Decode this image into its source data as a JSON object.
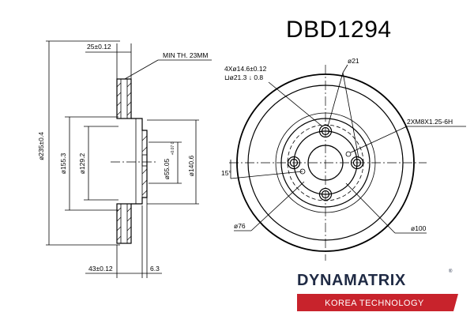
{
  "part_number": "DBD1294",
  "side_view": {
    "thickness_label": "25±0.12",
    "min_thickness_label": "MIN TH. 23MM",
    "outer_diameter_label": "ø235±0.4",
    "d155_label": "ø155.3",
    "d129_label": "ø129.2",
    "center_bore_label": "ø55.05",
    "center_bore_tolerance": "+0.07\n0",
    "hub_diameter_label": "ø140.6",
    "height_label": "43±0.12",
    "hat_label": "6.3"
  },
  "front_view": {
    "bolt_hole_label": "4Xø14.6±0.12",
    "counterbore_label": "⊔ø21.3 ↓ 0.8",
    "d21_label": "ø21",
    "thread_label": "2XM8X1.25-6H",
    "angle_label": "15°",
    "d76_label": "ø76",
    "pcd_label": "ø100"
  },
  "logo": {
    "brand": "DYNAMATRIX",
    "registered": "®",
    "tagline": "KOREA TECHNOLOGY",
    "colors": {
      "navy": "#1f2a44",
      "red": "#c8232c"
    }
  }
}
